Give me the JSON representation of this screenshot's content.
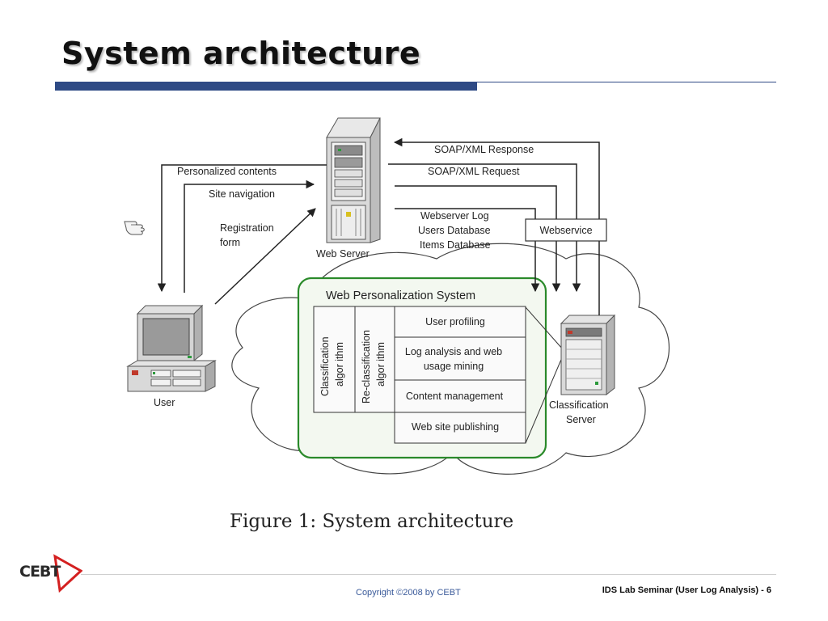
{
  "slide": {
    "title": "System architecture",
    "caption": "Figure 1:  System architecture",
    "copyright": "Copyright ©2008 by CEBT",
    "page_info": "IDS Lab Seminar (User Log Analysis) - 6",
    "logo_text": "CEBT"
  },
  "diagram": {
    "web_server_label": "Web Server",
    "user_label": "User",
    "classification_server_label": [
      "Classification",
      "Server"
    ],
    "arrows": {
      "personalized_contents": "Personalized contents",
      "site_navigation": "Site navigation",
      "registration_form": [
        "Registration",
        "form"
      ],
      "soap_response": "SOAP/XML Response",
      "soap_request": "SOAP/XML Request",
      "databases": [
        "Webserver Log",
        "Users Database",
        "Items Database"
      ]
    },
    "webservice_label": "Webservice",
    "wps": {
      "title": "Web Personalization System",
      "classification_algorithm": [
        "Classification",
        "algor ithm"
      ],
      "reclassification_algorithm": [
        "Re-classification",
        "algor ithm"
      ],
      "modules": [
        "User profiling",
        [
          "Log analysis and web",
          "usage mining"
        ],
        "Content management",
        "Web site publishing"
      ]
    }
  },
  "colors": {
    "title_bar": "#2e4a85",
    "wps_border": "#2a8a2a",
    "logo_red": "#d42020",
    "copyright_text": "#3a5a9a"
  }
}
